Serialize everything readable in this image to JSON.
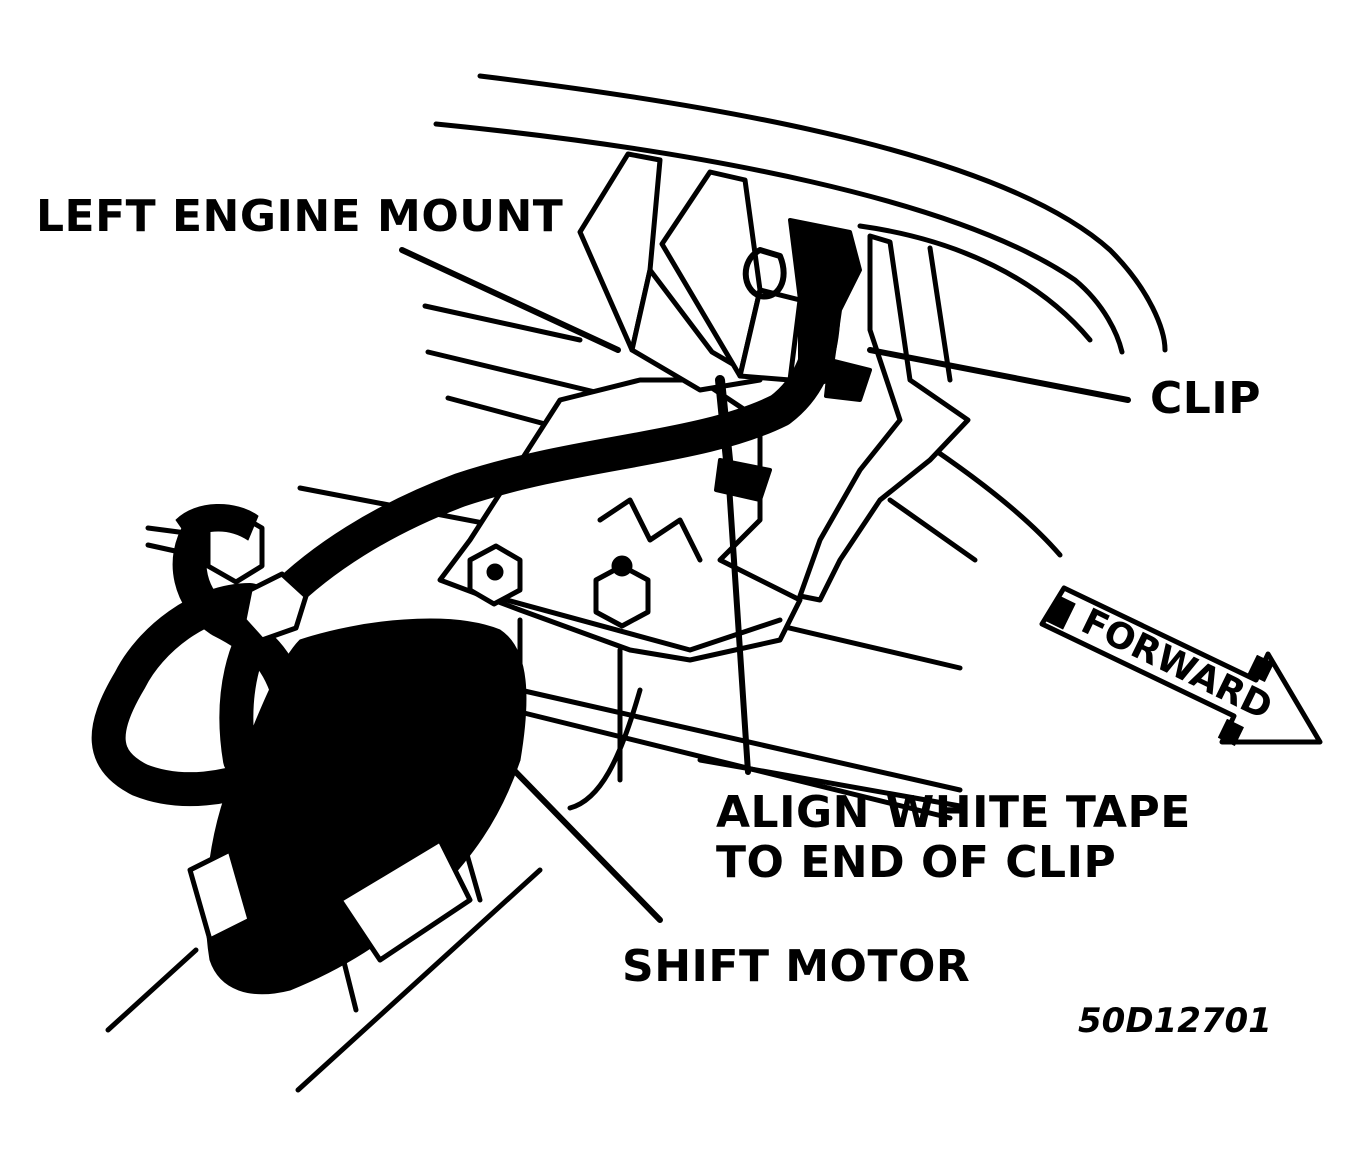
{
  "labels": {
    "left_engine_mount": "LEFT ENGINE MOUNT",
    "clip": "CLIP",
    "align_line_1": "ALIGN WHITE TAPE",
    "align_line_2": "TO END OF CLIP",
    "shift_motor": "SHIFT MOTOR",
    "forward": "FORWARD",
    "figure_code": "50D12701"
  },
  "colors": {
    "ink": "#000000",
    "paper": "#ffffff"
  }
}
